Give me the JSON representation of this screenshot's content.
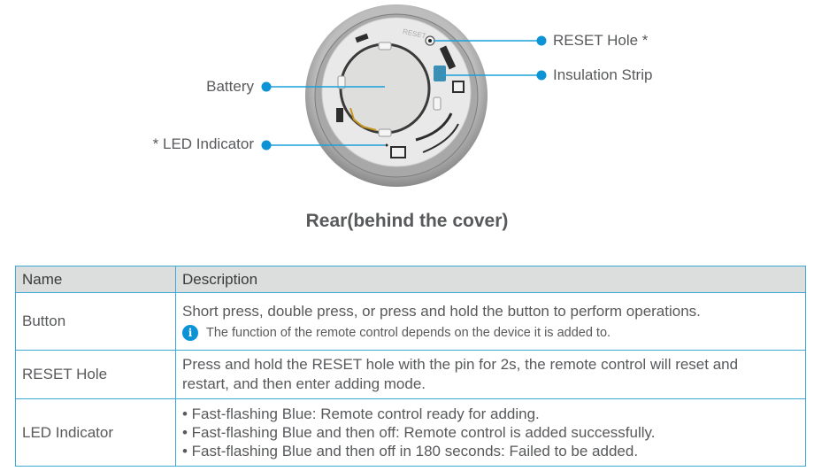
{
  "figure": {
    "callouts": {
      "reset_hole": "RESET Hole *",
      "insulation_strip": "Insulation Strip",
      "battery": "Battery",
      "led_indicator": "* LED Indicator"
    },
    "device_engraving": "RESET",
    "caption": "Rear(behind the cover)",
    "callout_color": "#0b93d6"
  },
  "table": {
    "headers": {
      "name": "Name",
      "description": "Description"
    },
    "rows": [
      {
        "name": "Button",
        "description": "Short press, double press, or press and hold the button to perform operations.",
        "note": "The function of the remote control depends on the device it is added to."
      },
      {
        "name": "RESET Hole",
        "description_line1": "Press and hold the RESET hole with the pin for 2s, the remote control will reset and",
        "description_line2": "restart, and then enter adding mode."
      },
      {
        "name": "LED Indicator",
        "bullets": [
          "• Fast-flashing Blue: Remote control ready for adding.",
          "• Fast-flashing Blue and then off: Remote control is added successfully.",
          "• Fast-flashing Blue and then off in 180 seconds: Failed to be added."
        ]
      }
    ],
    "border_color": "#3fa9d5",
    "header_bg": "#dcdddd"
  }
}
